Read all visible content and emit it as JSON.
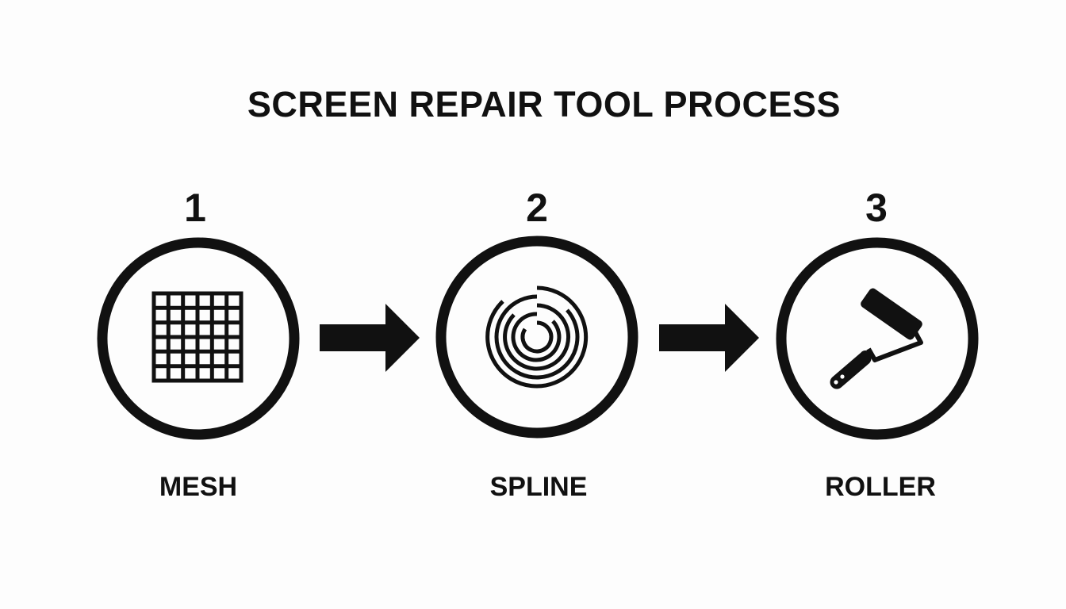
{
  "title": "SCREEN REPAIR TOOL PROCESS",
  "steps": [
    {
      "number": "1",
      "label": "MESH",
      "icon": "mesh-grid-icon"
    },
    {
      "number": "2",
      "label": "SPLINE",
      "icon": "spline-coil-icon"
    },
    {
      "number": "3",
      "label": "ROLLER",
      "icon": "paint-roller-icon"
    }
  ],
  "colors": {
    "background": "#fdfdfd",
    "ink": "#111111"
  }
}
